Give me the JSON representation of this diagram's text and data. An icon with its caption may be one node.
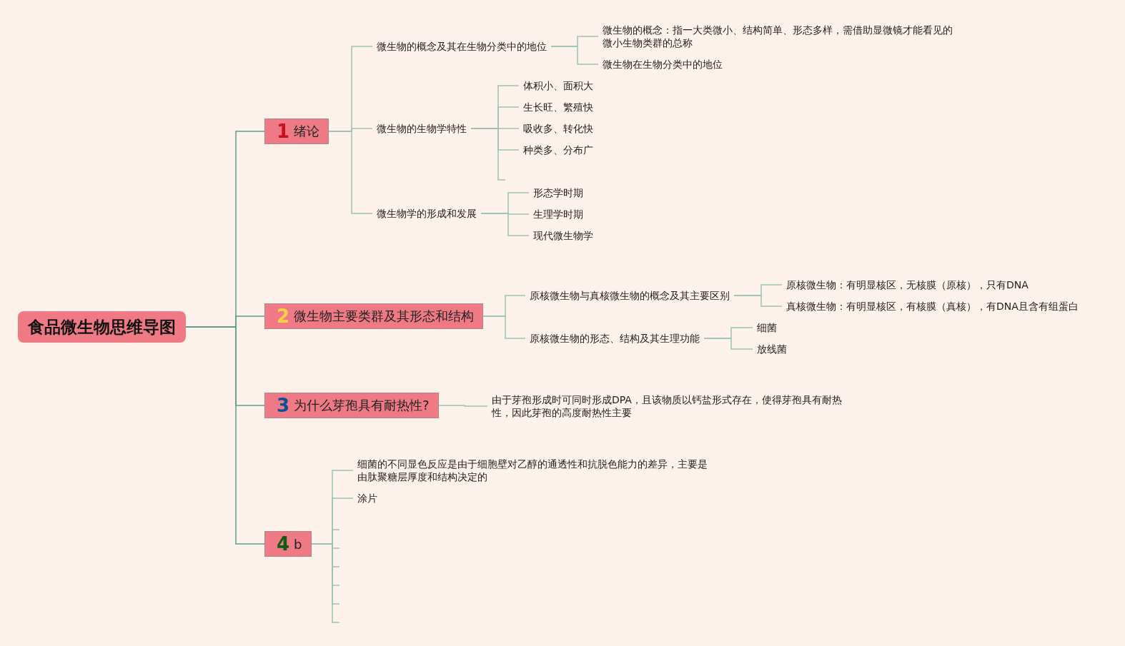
{
  "diagram": {
    "nodes": [
      {
        "text": [
          "食品微生物思维导图"
        ]
      },
      {
        "text": [
          "1",
          "绪论"
        ]
      },
      {
        "text": [
          "微生物的概念及其在生物分类中的地位"
        ]
      },
      {
        "text": [
          "微生物的概念：指一大类微小、结构简单、形态多样，需借助显微镜才能看见的微小生物类群的总称"
        ]
      },
      {
        "text": [
          "微生物在生物分类中的地位"
        ]
      },
      {
        "text": [
          "微生物的生物学特性"
        ]
      },
      {
        "text": [
          "体积小、面积大"
        ]
      },
      {
        "text": [
          "生长旺、繁殖快"
        ]
      },
      {
        "text": [
          "吸收多、转化快"
        ]
      },
      {
        "text": [
          "种类多、分布广"
        ]
      },
      {
        "text": [
          "微生物学的形成和发展"
        ]
      },
      {
        "text": [
          "形态学时期"
        ]
      },
      {
        "text": [
          "生理学时期"
        ]
      },
      {
        "text": [
          "现代微生物学"
        ]
      },
      {
        "text": [
          "2",
          "微生物主要类群及其形态和结构"
        ]
      },
      {
        "text": [
          "原核微生物与真核微生物的概念及其主要区别"
        ]
      },
      {
        "text": [
          "原核微生物：有明显核区，无核膜（原核），只有DNA"
        ]
      },
      {
        "text": [
          "真核微生物：有明显核区，有核膜（真核），有DNA且含有组蛋白"
        ]
      },
      {
        "text": [
          "原核微生物的形态、结构及其生理功能"
        ]
      },
      {
        "text": [
          "细菌"
        ]
      },
      {
        "text": [
          "放线菌"
        ]
      },
      {
        "text": [
          "3",
          "为什么芽孢具有耐热性?"
        ]
      },
      {
        "text": [
          "由于芽孢形成时可同时形成DPA，且该物质以钙盐形式存在，使得芽孢具有耐热性，因此芽孢的高度耐热性主要"
        ]
      },
      {
        "text": [
          "4",
          "b"
        ]
      },
      {
        "text": [
          "细菌的不同显色反应是由于细胞壁对乙醇的通透性和抗脱色能力的差异，主要是由肽聚糖层厚度和结构决定的"
        ]
      },
      {
        "text": [
          "涂片"
        ]
      }
    ],
    "edges": [
      {
        "from": 0,
        "to": 1,
        "arrow": "none"
      },
      {
        "from": 0,
        "to": 14,
        "arrow": "none"
      },
      {
        "from": 0,
        "to": 21,
        "arrow": "none"
      },
      {
        "from": 0,
        "to": 23,
        "arrow": "none"
      },
      {
        "from": 1,
        "to": 2,
        "arrow": "none"
      },
      {
        "from": 1,
        "to": 5,
        "arrow": "none"
      },
      {
        "from": 1,
        "to": 10,
        "arrow": "none"
      },
      {
        "from": 2,
        "to": 3,
        "arrow": "none"
      },
      {
        "from": 2,
        "to": 4,
        "arrow": "none"
      },
      {
        "from": 5,
        "to": 6,
        "arrow": "none"
      },
      {
        "from": 5,
        "to": 7,
        "arrow": "none"
      },
      {
        "from": 5,
        "to": 8,
        "arrow": "none"
      },
      {
        "from": 5,
        "to": 9,
        "arrow": "none"
      },
      {
        "from": 5,
        "to": null,
        "arrow": "none"
      },
      {
        "from": 10,
        "to": 11,
        "arrow": "none"
      },
      {
        "from": 10,
        "to": 12,
        "arrow": "none"
      },
      {
        "from": 10,
        "to": 13,
        "arrow": "none"
      },
      {
        "from": 14,
        "to": 15,
        "arrow": "none"
      },
      {
        "from": 14,
        "to": 18,
        "arrow": "none"
      },
      {
        "from": 15,
        "to": 16,
        "arrow": "none"
      },
      {
        "from": 15,
        "to": 17,
        "arrow": "none"
      },
      {
        "from": 18,
        "to": 19,
        "arrow": "none"
      },
      {
        "from": 18,
        "to": 20,
        "arrow": "none"
      },
      {
        "from": 21,
        "to": 22,
        "arrow": "none"
      },
      {
        "from": 23,
        "to": 24,
        "arrow": "none"
      },
      {
        "from": 23,
        "to": 25,
        "arrow": "none"
      },
      {
        "from": 23,
        "to": null,
        "arrow": "none"
      },
      {
        "from": 23,
        "to": null,
        "arrow": "none"
      },
      {
        "from": 23,
        "to": null,
        "arrow": "none"
      },
      {
        "from": 23,
        "to": null,
        "arrow": "none"
      },
      {
        "from": 23,
        "to": null,
        "arrow": "none"
      },
      {
        "from": 23,
        "to": null,
        "arrow": "none"
      }
    ]
  }
}
